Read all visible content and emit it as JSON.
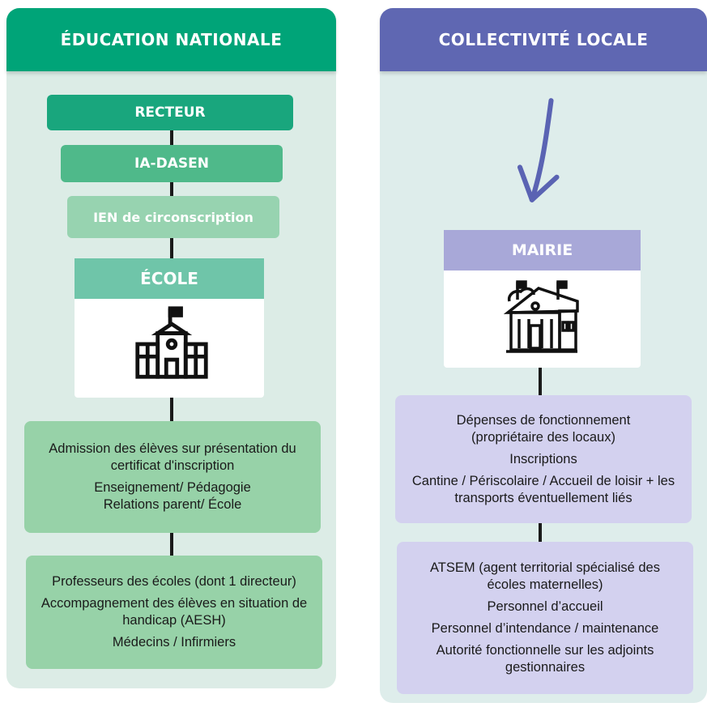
{
  "colors": {
    "edu_header": "#00a478",
    "coll_header": "#5f67b2",
    "recteur": "#19a67d",
    "ia_dasen": "#4fb98a",
    "ien": "#97d3b0",
    "ecole": "#6fc5a9",
    "mairie": "#a8a8d8",
    "edu_text_box": "#97d2a8",
    "coll_text_box": "#d3d1ef"
  },
  "education": {
    "title": "ÉDUCATION NATIONALE",
    "recteur": "RECTEUR",
    "ia_dasen": "IA-DASEN",
    "ien": "IEN de circonscription",
    "ecole": "ÉCOLE",
    "ecole_icon": "school-building-icon",
    "roles": [
      "Admission des élèves sur présentation du certificat d'inscription",
      "Enseignement/ Pédagogie",
      "Relations parent/ École"
    ],
    "staff": [
      "Professeurs des écoles (dont 1 directeur)",
      "Accompagnement des élèves en situation de handicap (AESH)",
      "Médecins / Infirmiers"
    ]
  },
  "collectivite": {
    "title": "COLLECTIVITÉ LOCALE",
    "arrow_icon": "down-arrow-icon",
    "mairie": "MAIRIE",
    "mairie_icon": "town-hall-icon",
    "roles": [
      "Dépenses de fonctionnement (propriétaire des locaux)",
      "Inscriptions",
      "Cantine / Périscolaire / Accueil de loisir + les transports éventuellement liés"
    ],
    "staff": [
      "ATSEM (agent territorial spécialisé des écoles maternelles)",
      "Personnel d’accueil",
      "Personnel d’intendance / maintenance",
      "Autorité fonctionnelle sur les adjoints gestionnaires"
    ]
  }
}
